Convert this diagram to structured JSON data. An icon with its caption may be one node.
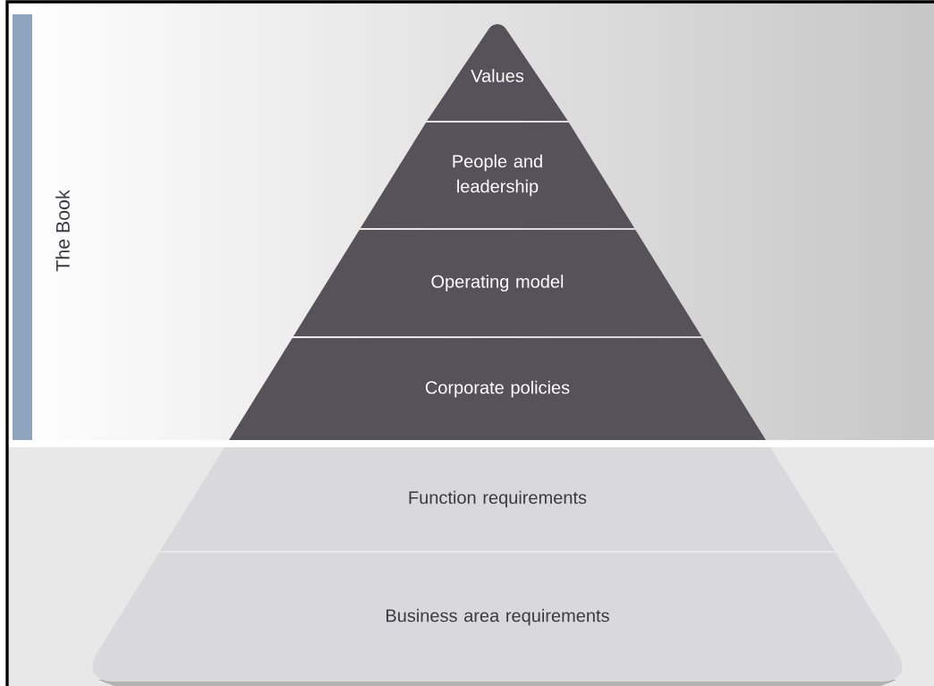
{
  "diagram": {
    "nodes": [
      {
        "text": [
          "The Book"
        ]
      },
      {
        "text": [
          "Values"
        ]
      },
      {
        "text": [
          "People and leadership"
        ]
      },
      {
        "text": [
          "Operating model"
        ]
      },
      {
        "text": [
          "Corporate policies"
        ]
      },
      {
        "text": [
          "Function requirements"
        ]
      },
      {
        "text": [
          "Business area requirements"
        ]
      }
    ]
  }
}
